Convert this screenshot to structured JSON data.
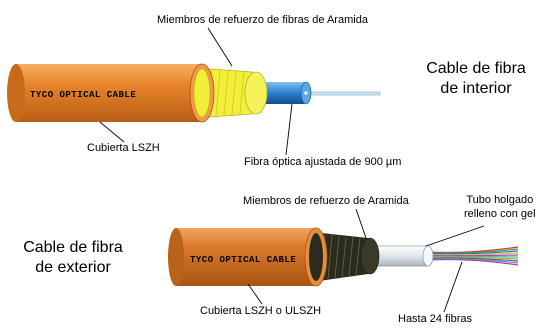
{
  "indoor": {
    "title_line1": "Cable de fibra",
    "title_line2": "de interior",
    "jacket_print": "TYCO  OPTICAL  CABLE",
    "label_aramid": "Miembros de refuerzo de fibras de Aramida",
    "label_jacket": "Cubierta LSZH",
    "label_fiber": "Fibra óptica ajustada de 900 µm",
    "colors": {
      "jacket": "#e8842a",
      "aramid": "#f2ee3a",
      "buffer": "#2a7fd0",
      "fiber": "#cfe6f5"
    }
  },
  "outdoor": {
    "title_line1": "Cable de fibra",
    "title_line2": "de exterior",
    "jacket_print": "TYCO  OPTICAL  CABLE",
    "label_aramid": "Miembros de refuerzo de Aramida",
    "label_tube_line1": "Tubo holgado",
    "label_tube_line2": "relleno con gel",
    "label_jacket": "Cubierta LSZH o ULSZH",
    "label_fibers": "Hasta 24 fibras",
    "colors": {
      "jacket": "#d9782a",
      "armor": "#2b2b1f",
      "fibers": [
        "#e0342c",
        "#2fa84f",
        "#2b6fd6",
        "#e6c42a",
        "#9a4fc8",
        "#2cc7c0",
        "#f08a24",
        "#666666",
        "#3aa0e8",
        "#c23b8a"
      ]
    }
  }
}
